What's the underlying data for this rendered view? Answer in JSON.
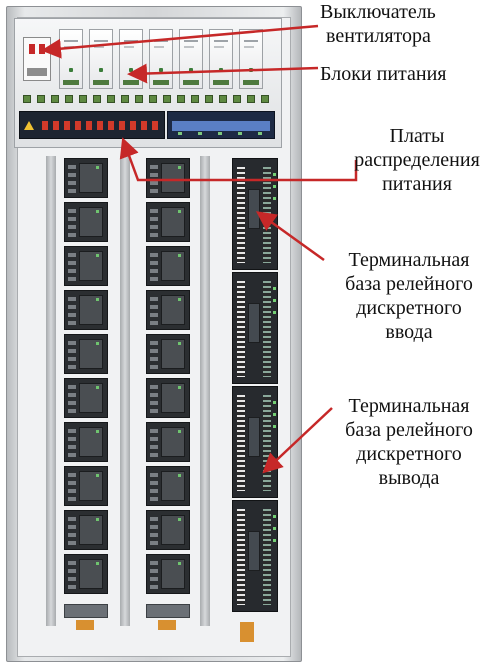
{
  "labels": {
    "fan_switch": [
      "Выключатель",
      "вентилятора"
    ],
    "power_supplies": [
      "Блоки питания"
    ],
    "distribution_boards": [
      "Платы",
      "распределения",
      "питания"
    ],
    "relay_input_base": [
      "Терминальная",
      "база релейного",
      "дискретного",
      "ввода"
    ],
    "relay_output_base": [
      "Терминальная",
      "база релейного",
      "дискретного",
      "вывода"
    ]
  },
  "colors": {
    "arrow": "#c62828",
    "text": "#111111",
    "cabinet": "#d4d6d8"
  }
}
